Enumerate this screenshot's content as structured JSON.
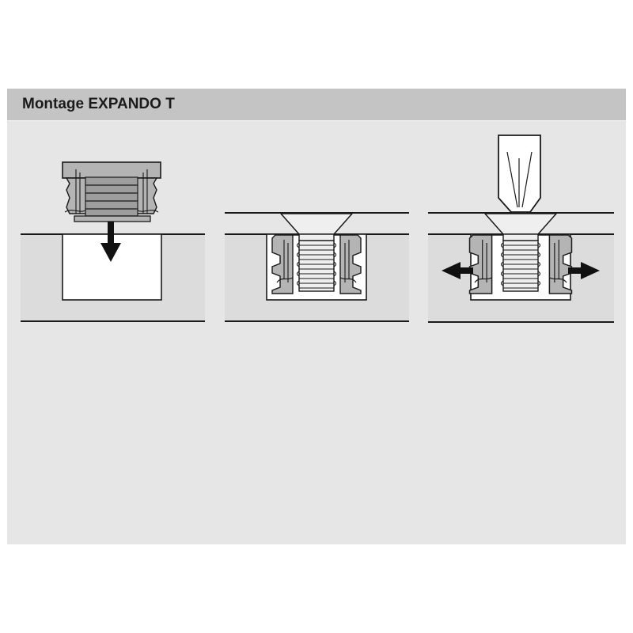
{
  "header": {
    "title": "Montage EXPANDO T"
  },
  "steps": [
    {
      "id": "insert-sleeve",
      "arrow": "down"
    },
    {
      "id": "insert-screw",
      "arrow": "none"
    },
    {
      "id": "tighten-expand",
      "arrow": "left-right"
    }
  ],
  "colors": {
    "panel": "#e6e6e6",
    "title_bar": "#c4c4c4",
    "board": "#dcdcdc",
    "hole": "#ffffff",
    "sleeve": "#b4b4b4",
    "screw": "#efefef",
    "outline": "#1a1a1a"
  }
}
